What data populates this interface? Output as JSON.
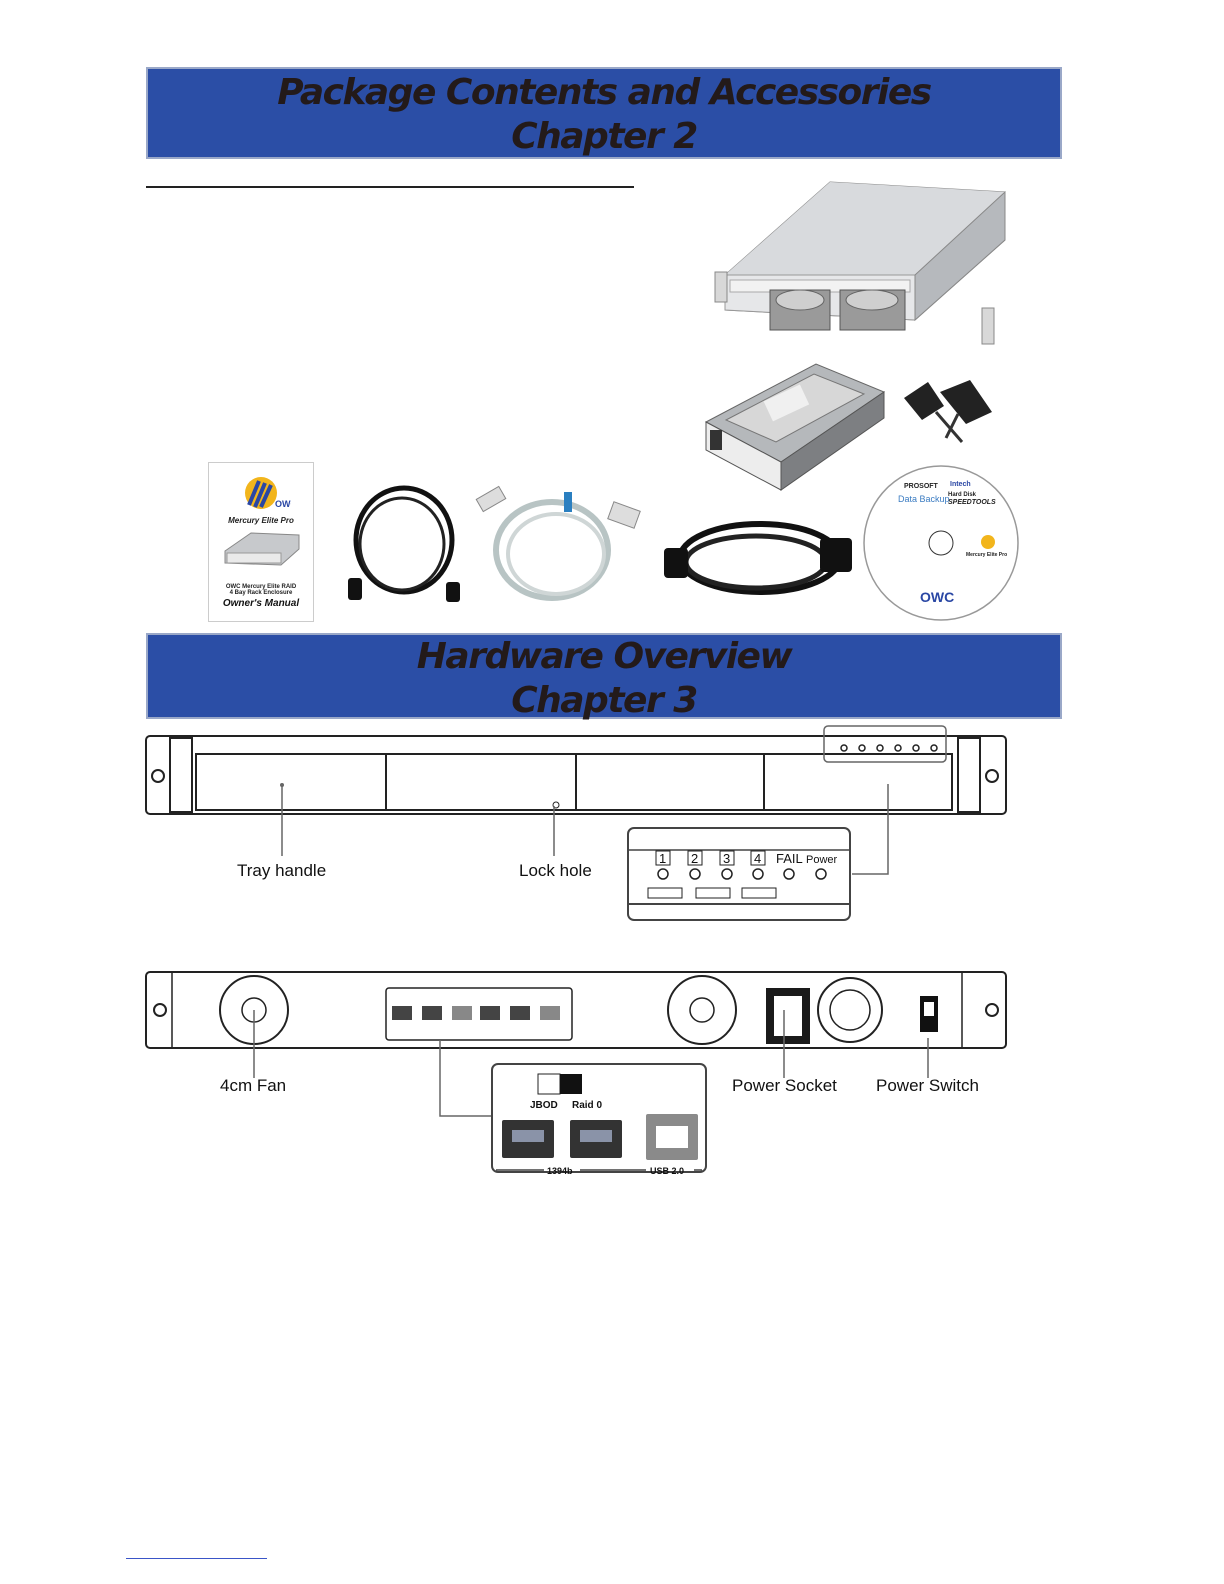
{
  "chapter2": {
    "title": "Package Contents and Accessories",
    "subtitle": "Chapter 2"
  },
  "chapter3": {
    "title": "Hardware Overview",
    "subtitle": "Chapter 3"
  },
  "manual": {
    "brand": "OWC",
    "product": "Mercury Elite Pro",
    "line1": "OWC Mercury Elite RAID",
    "line2": "4 Bay Rack Enclosure",
    "line3": "Owner's Manual"
  },
  "cd": {
    "prosoft": "PROSOFT",
    "databackup": "Data Backup",
    "intech": "Intech",
    "speedtools_a": "Hard Disk",
    "speedtools_b": "SPEEDTOOLS",
    "owc": "OWC",
    "mep": "Mercury Elite Pro"
  },
  "front": {
    "tray_handle": "Tray handle",
    "lock_hole": "Lock hole",
    "led_labels": [
      "1",
      "2",
      "3",
      "4",
      "FAIL",
      "Power"
    ]
  },
  "rear": {
    "fan": "4cm Fan",
    "power_socket": "Power Socket",
    "power_switch": "Power Switch",
    "jbod": "JBOD",
    "raid": "Raid 0",
    "fw_label": "1394b",
    "usb_label": "USB 2.0"
  }
}
